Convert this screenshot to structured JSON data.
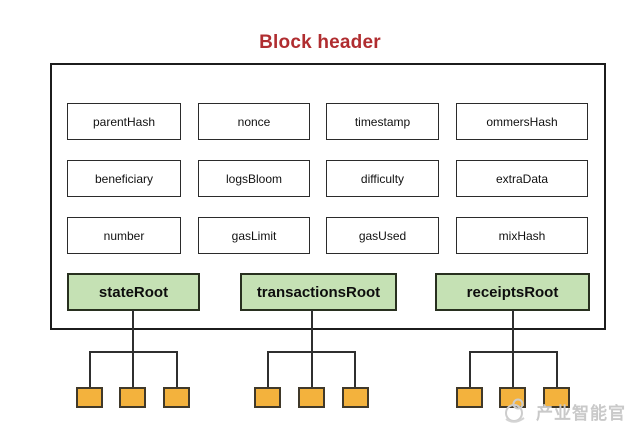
{
  "title": "Block header",
  "colors": {
    "title_red": "#b02d30",
    "root_green_fill": "#c5e1b4",
    "leaf_orange_fill": "#f3b23d",
    "line_dark": "#2f2f2f"
  },
  "block": {
    "field_rows": [
      [
        "parentHash",
        "nonce",
        "timestamp",
        "ommersHash"
      ],
      [
        "beneficiary",
        "logsBloom",
        "difficulty",
        "extraData"
      ],
      [
        "number",
        "gasLimit",
        "gasUsed",
        "mixHash"
      ]
    ],
    "roots": [
      {
        "label": "stateRoot",
        "leaf_count": 3
      },
      {
        "label": "transactionsRoot",
        "leaf_count": 3
      },
      {
        "label": "receiptsRoot",
        "leaf_count": 3
      }
    ]
  },
  "watermark": {
    "text": "产业智能官",
    "logo": "brand-logo-icon"
  }
}
